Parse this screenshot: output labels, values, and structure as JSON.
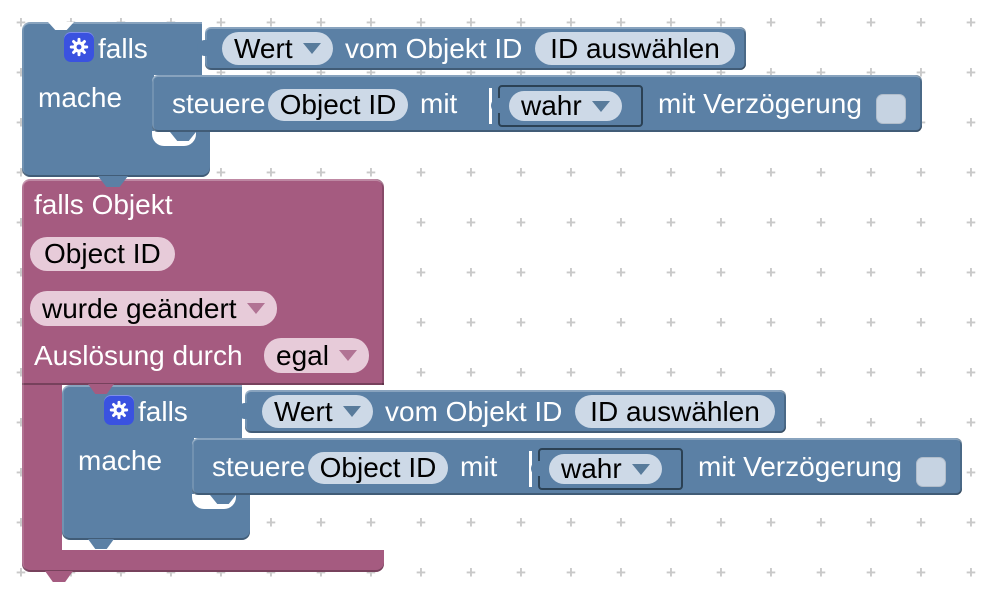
{
  "workspace": {
    "background": "#ffffff",
    "grid_plus": "+",
    "grid_mark_color": "#c9c9c9"
  },
  "palette": {
    "block_blue": "#5b80a5",
    "block_purple": "#a55b80",
    "field_blue_bg": "#cdd9e7",
    "field_purple_bg": "#e7cbd9",
    "gear_button_bg": "#3a52e0",
    "dropdown_arrow_blue": "#587b9b",
    "dropdown_arrow_purple": "#b17394",
    "text_light": "#ffffff",
    "text_dark": "#000000"
  },
  "icons": {
    "gear_icon": "⚙",
    "dropdown_arrow_icon": "▼",
    "grid_plus_icon": "+"
  },
  "if_block_top": {
    "falls_label": "falls",
    "mache_label": "mache",
    "condition": {
      "value_dropdown": "Wert",
      "vom_objekt_label": "vom Objekt ID",
      "id_field": "ID auswählen"
    },
    "action": {
      "steuere_label": "steuere",
      "object_id_field": "Object ID",
      "mit_label": "mit",
      "value_dropdown": "wahr",
      "delay_label": "mit Verzögerung",
      "delay_checkbox_checked": false
    }
  },
  "trigger_block": {
    "falls_objekt_label": "falls Objekt",
    "object_id_field": "Object ID",
    "change_dropdown": "wurde geändert",
    "ausloesung_label": "Auslösung durch",
    "ausloesung_dropdown": "egal"
  },
  "if_block_nested": {
    "falls_label": "falls",
    "mache_label": "mache",
    "condition": {
      "value_dropdown": "Wert",
      "vom_objekt_label": "vom Objekt ID",
      "id_field": "ID auswählen"
    },
    "action": {
      "steuere_label": "steuere",
      "object_id_field": "Object ID",
      "mit_label": "mit",
      "value_dropdown": "wahr",
      "delay_label": "mit Verzögerung",
      "delay_checkbox_checked": false
    }
  }
}
